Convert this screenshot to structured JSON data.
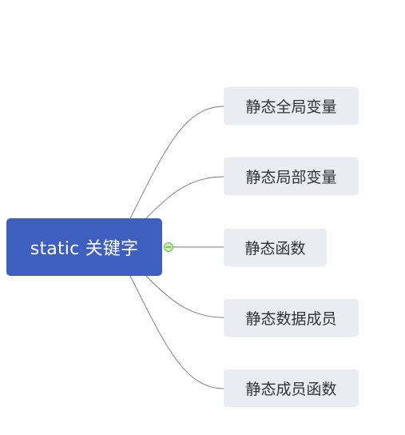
{
  "root": {
    "label": "static 关键字"
  },
  "branches": [
    {
      "label": "静态全局变量"
    },
    {
      "label": "静态局部变量"
    },
    {
      "label": "静态函数"
    },
    {
      "label": "静态数据成员"
    },
    {
      "label": "静态成员函数"
    }
  ],
  "colors": {
    "root_fill": "#3f5fbf",
    "node_fill": "#ebebf2",
    "edge": "#777777",
    "collapse_toggle": "#8fd16a"
  },
  "collapse_toggle": {
    "icon": "minus-circle-icon"
  }
}
